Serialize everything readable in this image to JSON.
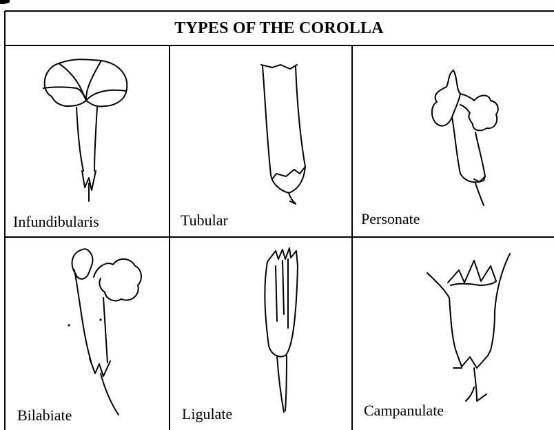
{
  "table": {
    "title": "TYPES OF THE COROLLA",
    "cells": [
      {
        "label": "Infundibularis",
        "icon": "infundibular-corolla-icon"
      },
      {
        "label": "Tubular",
        "icon": "tubular-corolla-icon"
      },
      {
        "label": "Personate",
        "icon": "personate-corolla-icon"
      },
      {
        "label": "Bilabiate",
        "icon": "bilabiate-corolla-icon"
      },
      {
        "label": "Ligulate",
        "icon": "ligulate-corolla-icon"
      },
      {
        "label": "Campanulate",
        "icon": "campanulate-corolla-icon"
      }
    ]
  }
}
